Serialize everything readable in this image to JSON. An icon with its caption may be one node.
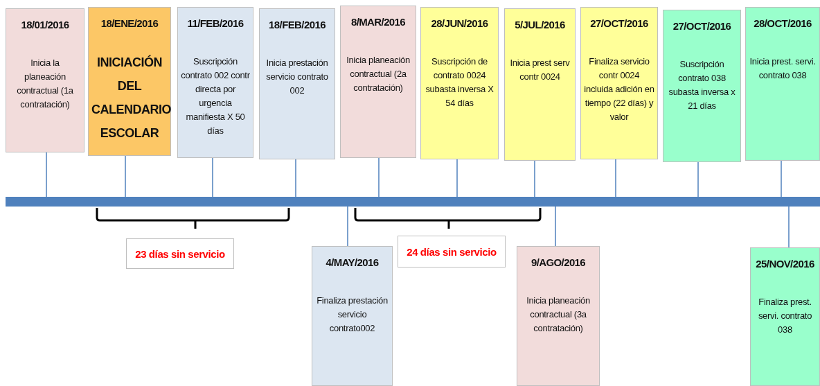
{
  "diagram": {
    "nodes": [
      {
        "text": [
          "18/01/2016",
          "Inicia la planeación contractual (1a contratación)"
        ]
      },
      {
        "text": [
          "18/ENE/2016",
          "INICIACIÓN DEL CALENDARIO ESCOLAR"
        ]
      },
      {
        "text": [
          "11/FEB/2016",
          "Suscripción contrato 002 contr directa por urgencia manifiesta X 50 días"
        ]
      },
      {
        "text": [
          "18/FEB/2016",
          "Inicia prestación servicio contrato 002"
        ]
      },
      {
        "text": [
          "8/MAR/2016",
          "Inicia planeación contractual (2a contratación)"
        ]
      },
      {
        "text": [
          "28/JUN/2016",
          "Suscripción de contrato 0024 subasta inversa X 54 días"
        ]
      },
      {
        "text": [
          "5/JUL/2016",
          "Inicia prest serv contr 0024"
        ]
      },
      {
        "text": [
          "27/OCT/2016",
          "Finaliza servicio contr 0024 incluida adición en tiempo (22 días) y valor"
        ]
      },
      {
        "text": [
          "27/OCT/2016",
          "Suscripción contrato 038 subasta inversa x 21 días"
        ]
      },
      {
        "text": [
          "28/OCT/2016",
          "Inicia prest. servi. contrato 038"
        ]
      },
      {
        "text": [],
        "shape": "bar"
      },
      {
        "text": [
          "23 días sin servicio"
        ]
      },
      {
        "text": [
          "4/MAY/2016",
          "Finaliza prestación servicio contrato002"
        ]
      },
      {
        "text": [
          "24 días sin servicio"
        ]
      },
      {
        "text": [
          "9/AGO/2016",
          "Inicia planeación contractual (3a contratación)"
        ]
      },
      {
        "text": [
          "25/NOV/2016",
          "Finaliza prest. servi. contrato 038"
        ]
      }
    ],
    "edges": [
      {
        "from": 0,
        "to": 10,
        "arrow": "none"
      },
      {
        "from": 1,
        "to": 10,
        "arrow": "none"
      },
      {
        "from": 2,
        "to": 10,
        "arrow": "none"
      },
      {
        "from": 3,
        "to": 10,
        "arrow": "none"
      },
      {
        "from": 4,
        "to": 10,
        "arrow": "none"
      },
      {
        "from": 5,
        "to": 10,
        "arrow": "none"
      },
      {
        "from": 6,
        "to": 10,
        "arrow": "none"
      },
      {
        "from": 7,
        "to": 10,
        "arrow": "none"
      },
      {
        "from": 8,
        "to": 10,
        "arrow": "none"
      },
      {
        "from": 9,
        "to": 10,
        "arrow": "none"
      },
      {
        "from": 12,
        "to": 10,
        "arrow": "none"
      },
      {
        "from": 14,
        "to": 10,
        "arrow": "none"
      },
      {
        "from": 15,
        "to": 10,
        "arrow": "none"
      }
    ]
  }
}
